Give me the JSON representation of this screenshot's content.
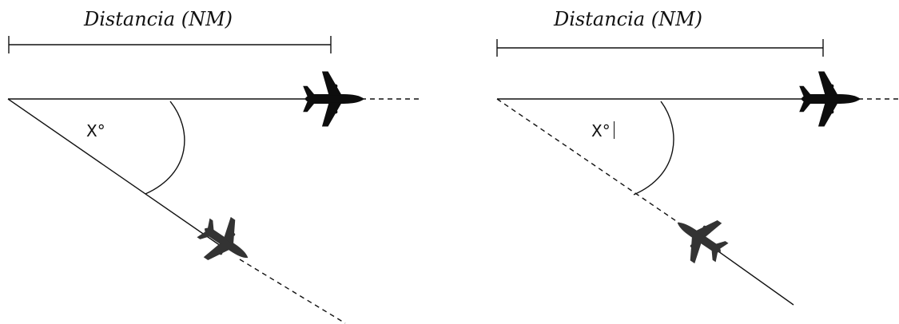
{
  "panels": [
    {
      "distance_label": "Distancia (NM)",
      "angle_label": "X°",
      "leading_segment": "solid",
      "trailing_segment": "dashed"
    },
    {
      "distance_label": "Distancia (NM)",
      "angle_label": "X°",
      "leading_segment": "dashed",
      "trailing_segment": "solid"
    }
  ],
  "colors": {
    "line": "#111111",
    "aircraft": "#0d0d0d"
  },
  "icons": {
    "aircraft": "airplane-icon"
  }
}
